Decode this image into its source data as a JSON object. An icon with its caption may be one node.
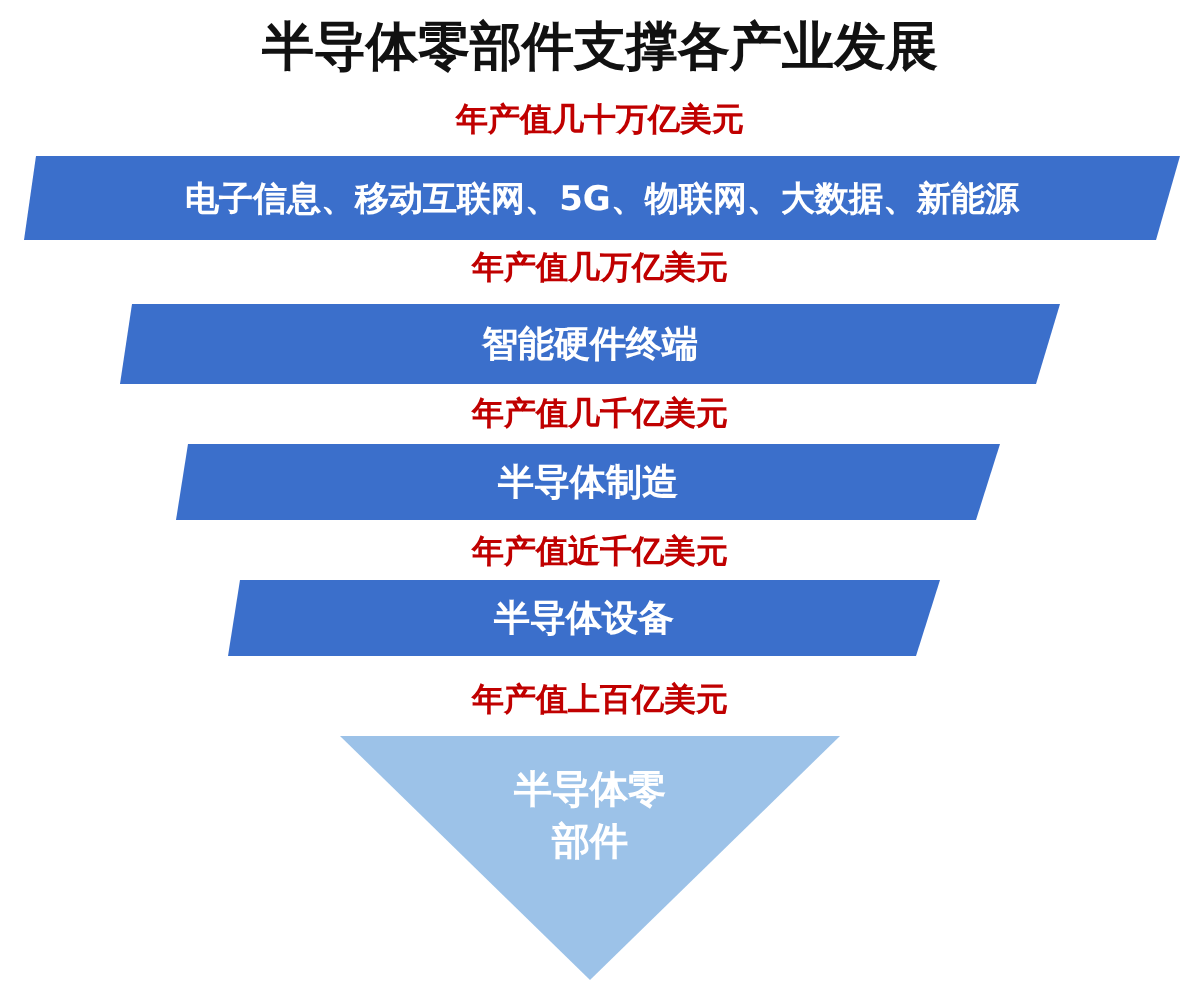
{
  "diagram": {
    "title": "半导体零部件支撑各产业发展",
    "nodes": [
      {
        "text": [
          "电子信息、移动互联网、5G、物联网、大数据、新能源"
        ],
        "beside": [
          "年产值几十万亿美元"
        ]
      },
      {
        "text": [
          "智能硬件终端"
        ],
        "beside": [
          "年产值几万亿美元"
        ]
      },
      {
        "text": [
          "半导体制造"
        ],
        "beside": [
          "年产值几千亿美元"
        ]
      },
      {
        "text": [
          "半导体设备"
        ],
        "beside": [
          "年产值近千亿美元"
        ]
      },
      {
        "text": [
          "半导体零部件"
        ],
        "beside": [
          "年产值上百亿美元"
        ]
      }
    ]
  }
}
